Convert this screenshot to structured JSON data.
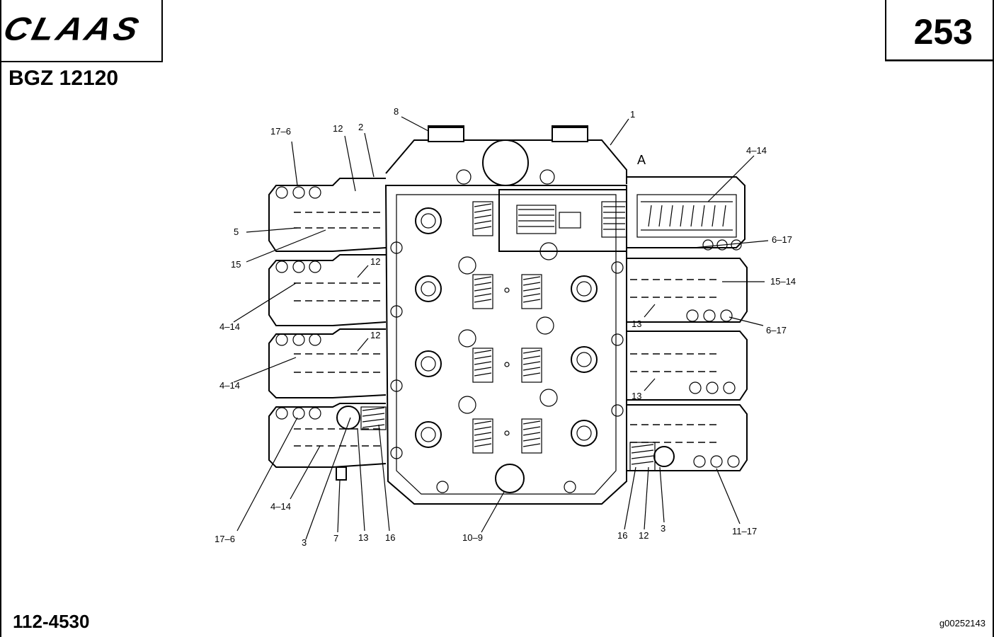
{
  "header": {
    "brand": "CLAAS",
    "model": "BGZ 12120",
    "page_number": "253"
  },
  "footer": {
    "part_number": "112-4530",
    "drawing_id": "g00252143"
  },
  "callouts": {
    "l_17_6_top": "17–6",
    "l_12_top": "12",
    "l_2": "2",
    "l_8": "8",
    "l_1": "1",
    "l_A": "A",
    "l_4_14_top_right": "4–14",
    "l_5": "5",
    "l_15": "15",
    "l_12_mid1": "12",
    "l_4_14_left1": "4–14",
    "l_12_mid2": "12",
    "l_4_14_left2": "4–14",
    "l_6_17_a": "6–17",
    "l_15_14": "15–14",
    "l_13_a": "13",
    "l_6_17_b": "6–17",
    "l_13_b": "13",
    "l_4_14_bottom": "4–14",
    "l_17_6_bottom": "17–6",
    "l_3_left": "3",
    "l_7": "7",
    "l_13_bottom": "13",
    "l_16_left": "16",
    "l_10_9": "10–9",
    "l_16_right": "16",
    "l_12_right": "12",
    "l_3_right": "3",
    "l_11_17": "11–17"
  }
}
